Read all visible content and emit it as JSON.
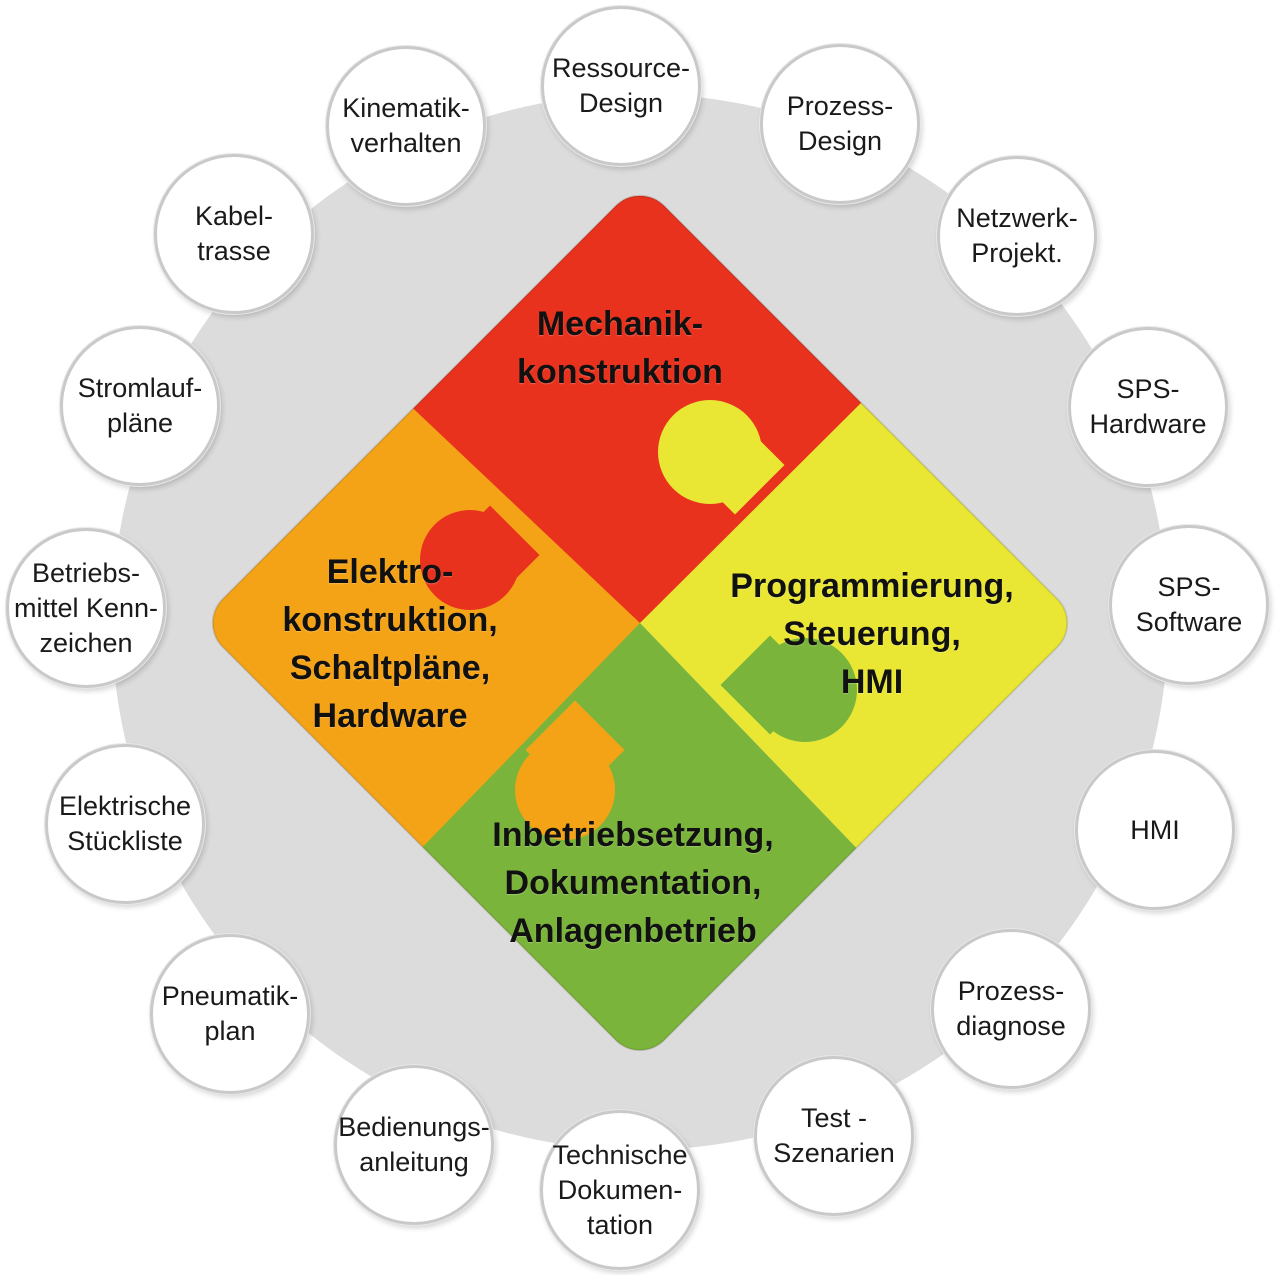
{
  "colors": {
    "ring": "#dcdcdc",
    "mechanik": "#e8321e",
    "elektro": "#f5a316",
    "programmierung": "#e9e734",
    "inbetrieb": "#7ab43a",
    "bubble_border": "#c9c9c9"
  },
  "center": {
    "mechanik": {
      "lines": [
        "Mechanik-",
        "konstruktion"
      ]
    },
    "elektro": {
      "lines": [
        "Elektro-",
        "konstruktion,",
        "Schaltpläne,",
        "Hardware"
      ]
    },
    "programmierung": {
      "lines": [
        "Programmierung,",
        "Steuerung,",
        "HMI"
      ]
    },
    "inbetrieb": {
      "lines": [
        "Inbetriebsetzung,",
        "Dokumentation,",
        "Anlagenbetrieb"
      ]
    }
  },
  "bubbles": [
    {
      "lines": [
        "Ressource-",
        "Design"
      ]
    },
    {
      "lines": [
        "Prozess-",
        "Design"
      ]
    },
    {
      "lines": [
        "Netzwerk-",
        "Projekt."
      ]
    },
    {
      "lines": [
        "SPS-",
        "Hardware"
      ]
    },
    {
      "lines": [
        "SPS-",
        "Software"
      ]
    },
    {
      "lines": [
        "HMI"
      ]
    },
    {
      "lines": [
        "Prozess-",
        "diagnose"
      ]
    },
    {
      "lines": [
        "Test -",
        "Szenarien"
      ]
    },
    {
      "lines": [
        "Technische",
        "Dokumen-",
        "tation"
      ]
    },
    {
      "lines": [
        "Bedienungs-",
        "anleitung"
      ]
    },
    {
      "lines": [
        "Pneumatik-",
        "plan"
      ]
    },
    {
      "lines": [
        "Elektrische",
        "Stückliste"
      ]
    },
    {
      "lines": [
        "Betriebs-",
        "mittel Kenn-",
        "zeichen"
      ]
    },
    {
      "lines": [
        "Stromlauf-",
        "pläne"
      ]
    },
    {
      "lines": [
        "Kabel-",
        "trasse"
      ]
    },
    {
      "lines": [
        "Kinematik-",
        "verhalten"
      ]
    }
  ]
}
